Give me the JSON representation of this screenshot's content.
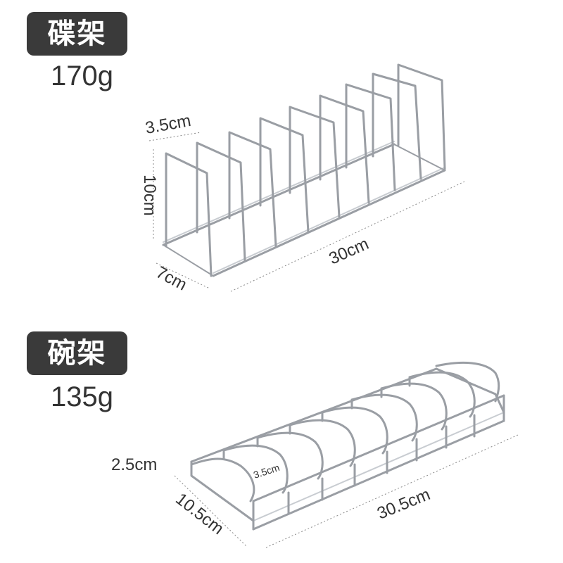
{
  "dish_rack": {
    "label": "碟架",
    "weight": "170g",
    "dim_slot": "3.5cm",
    "dim_height": "10cm",
    "dim_depth": "7cm",
    "dim_length": "30cm"
  },
  "bowl_rack": {
    "label": "碗架",
    "weight": "135g",
    "dim_height": "2.5cm",
    "dim_slot": "3.5cm",
    "dim_depth": "10.5cm",
    "dim_length": "30.5cm"
  },
  "colors": {
    "badge_bg": "#3a3a3a",
    "badge_text": "#ffffff",
    "text": "#333333",
    "wire": "#9a9ea4"
  }
}
